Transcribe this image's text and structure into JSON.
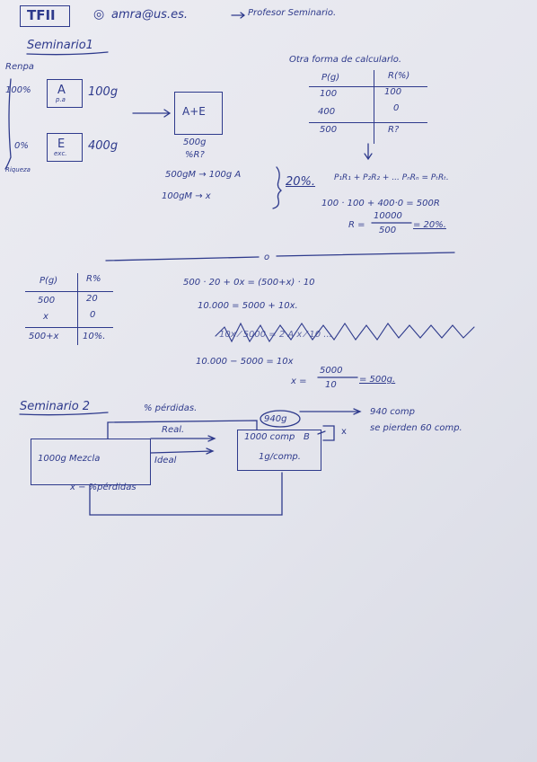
{
  "header": {
    "tf": "TFII",
    "contact": "amra@us.es.",
    "arrow": "→",
    "note": "Profesor Seminario."
  },
  "s1": {
    "title": "Seminario1",
    "renpa": "Renpa",
    "pct100": "100%",
    "a": "A",
    "pa": "p.a",
    "g100": "100g",
    "pct0": "0%",
    "e": "E",
    "exc": "exc.",
    "g400": "400g",
    "riqueza": "Riqueza",
    "ae": "A+E",
    "g500": "500g",
    "r": "%R?",
    "calc1": "500gM → 100g A",
    "calc2": "100gM → x",
    "pct20": "20%.",
    "formula": "P₁R₁ + P₂R₂ + ... PₙRₙ = PₜRₜ.",
    "eq1": "100 · 100 + 400·0 = 500R",
    "req": "R =",
    "num": "10000",
    "den": "500",
    "res": "= 20%."
  },
  "otra": {
    "title": "Otra forma de calcularlo.",
    "headers": [
      "P(g)",
      "R(%)"
    ],
    "rows": [
      [
        "100",
        "100"
      ],
      [
        "400",
        "0"
      ]
    ],
    "total": [
      "500",
      "R?"
    ]
  },
  "divider_o": "o",
  "t2": {
    "headers": [
      "P(g)",
      "R%"
    ],
    "rows": [
      [
        "500",
        "20"
      ],
      [
        "x",
        "0"
      ]
    ],
    "total": [
      "500+x",
      "10%."
    ]
  },
  "eq2": {
    "l1": "500 · 20 + 0x = (500+x) · 10",
    "l2": "10.000 = 5000 + 10x.",
    "l3": "10x ⁄ 5000 = 2 A x ⁄ 10 ...",
    "l4": "10.000 − 5000 = 10x",
    "l5a": "x =",
    "l5num": "5000",
    "l5den": "10",
    "l5res": "= 500g."
  },
  "s2": {
    "title": "Seminario 2",
    "perdidas": "% pérdidas.",
    "real": "Real.",
    "ideal": "Ideal",
    "mezcla": "1000g Mezcla",
    "g940": "940g",
    "comp": "1000 comp",
    "b": "B",
    "gcomp": "1g/comp.",
    "x": "x",
    "c940": "940 comp",
    "pierden": "se pierden 60 comp.",
    "xperd": "x − %pérdidas"
  }
}
